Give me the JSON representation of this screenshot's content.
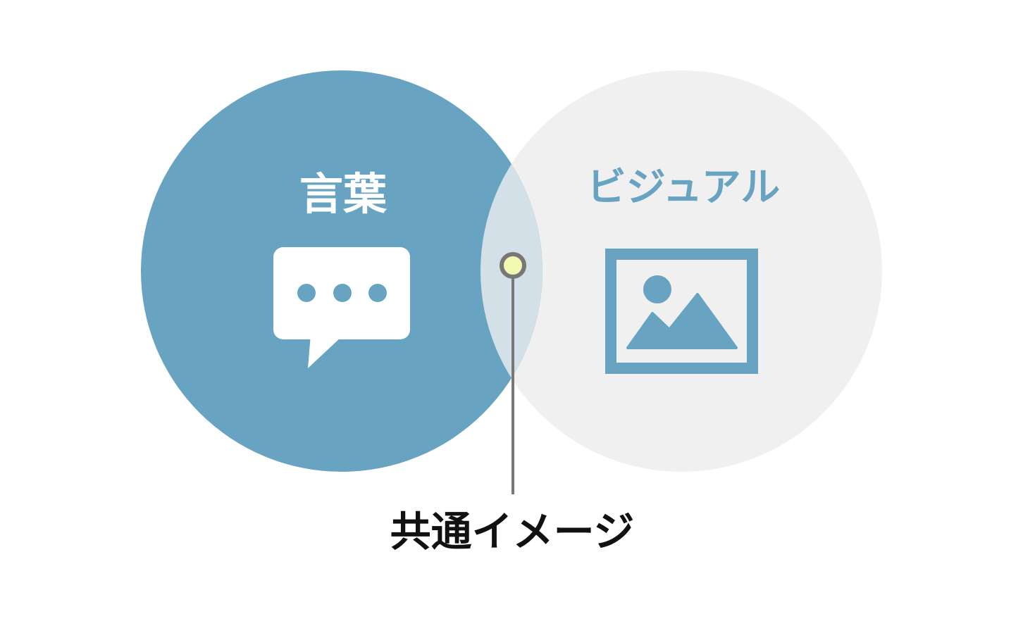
{
  "diagram": {
    "left_circle": {
      "label": "言葉",
      "icon": "speech-bubble-icon",
      "color": "#68a4c1",
      "label_color": "#ffffff"
    },
    "right_circle": {
      "label": "ビジュアル",
      "icon": "image-icon",
      "color": "#f0f0f0",
      "label_color": "#68a4c1",
      "icon_color": "#68a4c1"
    },
    "overlap": {
      "color": "#d4e0e7",
      "marker_fill": "#f2f9b0",
      "marker_stroke": "#777777"
    },
    "callout": {
      "label": "共通イメージ",
      "color": "#111111"
    }
  }
}
